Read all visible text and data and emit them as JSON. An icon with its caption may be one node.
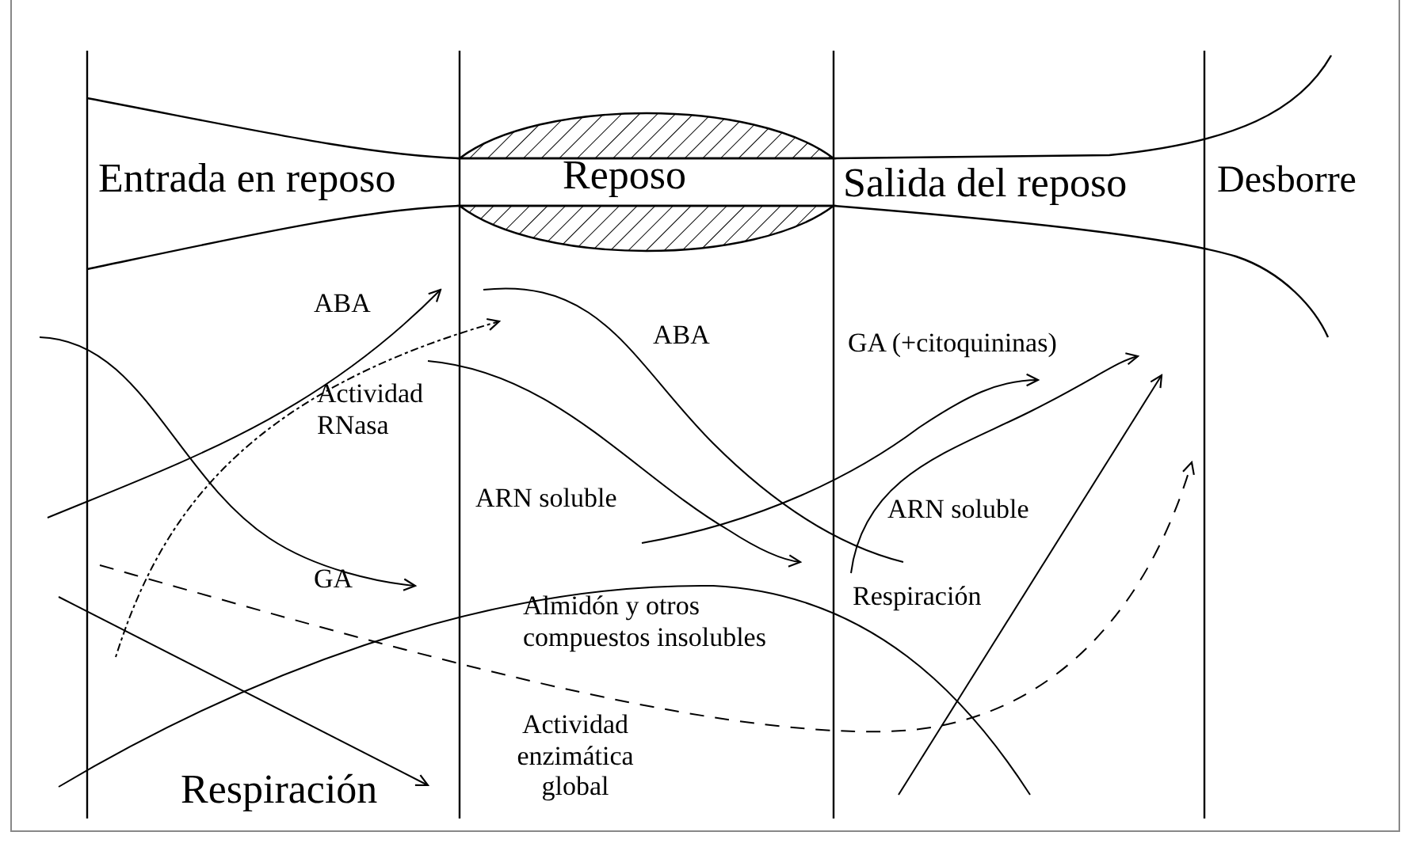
{
  "diagram": {
    "labels": [
      "Entrada en reposo",
      "Reposo",
      "Salida del reposo",
      "Desborre",
      "ABA",
      "ABA",
      "GA (+citoquininas)",
      "Actividad RNasa",
      "ARN soluble",
      "ARN soluble",
      "GA",
      "Respiración",
      "Almidón y otros compuestos insolubles",
      "Actividad enzimática global",
      "Respiración"
    ]
  }
}
